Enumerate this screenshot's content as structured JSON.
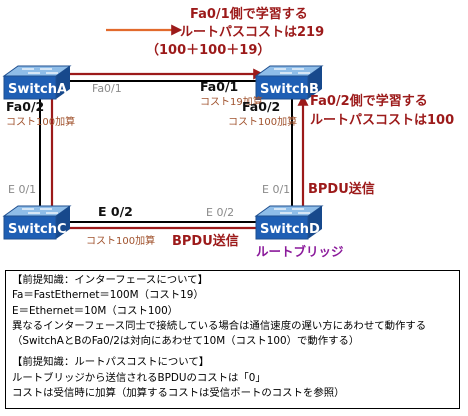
{
  "colors": {
    "switch_body": "#1f5fb4",
    "switch_top": "#8fbde8",
    "link": "#000000",
    "frame_arrow": "#9c1a1a",
    "root_bridge": "#8b1a9b"
  },
  "switches": {
    "a": {
      "name": "SwitchA",
      "icon": "switch-icon"
    },
    "b": {
      "name": "SwitchB",
      "icon": "switch-icon"
    },
    "c": {
      "name": "SwitchC",
      "icon": "switch-icon"
    },
    "d": {
      "name": "SwitchD",
      "icon": "switch-icon",
      "role": "ルートブリッジ"
    }
  },
  "ports": {
    "a_right": "Fa0/1",
    "a_down": "Fa0/2",
    "a_down_cost": "コスト100加算",
    "b_left": "Fa0/1",
    "b_left_cost": "コスト19加算",
    "b_down": "Fa0/2",
    "b_down_cost": "コスト100加算",
    "c_up": "E 0/1",
    "c_right": "E 0/2",
    "c_right_cost": "コスト100加算",
    "d_left": "E 0/2",
    "d_up": "E 0/1"
  },
  "annotations": {
    "top_line1": "Fa0/1側で学習する",
    "top_line2": "ルートパスコストは219",
    "top_line3": "（100＋100＋19）",
    "right_line1": "Fa0/2側で学習する",
    "right_line2": "ルートパスコストは100",
    "bpdu_right": "BPDU送信",
    "bpdu_bottom": "BPDU送信"
  },
  "notes": {
    "section1_title": "【前提知識：インターフェースについて】",
    "section1_line1": "Fa＝FastEthernet＝100M（コスト19）",
    "section1_line2": "E＝Ethernet＝10M（コスト100）",
    "section1_line3": "異なるインターフェース同士で接続している場合は通信速度の遅い方にあわせて動作する",
    "section1_line4": "（SwitchAとBのFa0/2は対向にあわせて10M（コスト100）で動作する）",
    "section2_title": "【前提知識：ルートパスコストについて】",
    "section2_line1": "ルートブリッジから送信されるBPDUのコストは「0」",
    "section2_line2": "コストは受信時に加算（加算するコストは受信ポートのコストを参照）"
  }
}
